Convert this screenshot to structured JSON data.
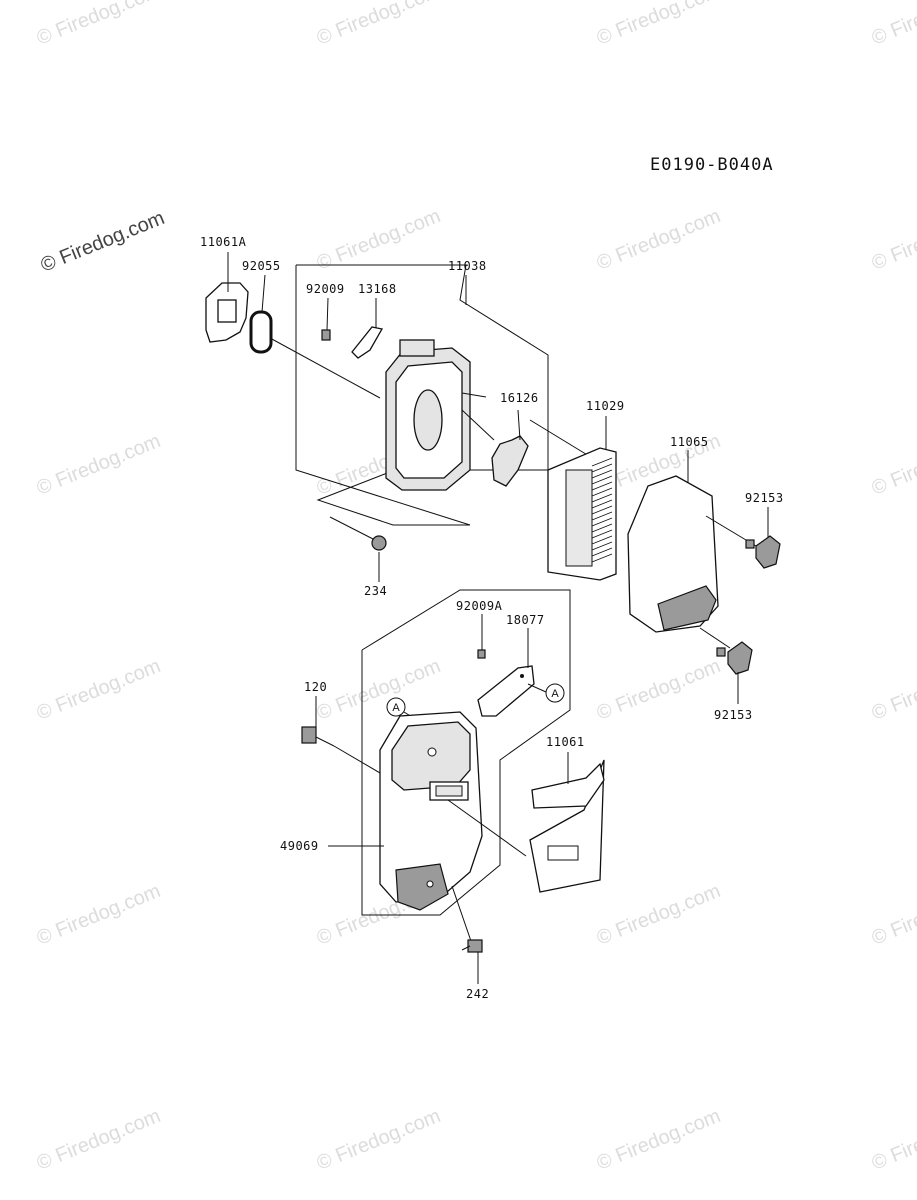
{
  "watermark": {
    "text": "© Firedog.com",
    "accent_text": "© Firedog.com"
  },
  "diagram": {
    "code": "E0190-B040A",
    "callout_letter": "A",
    "parts": {
      "p11061A": "11061A",
      "p92055": "92055",
      "p11038": "11038",
      "p92009": "92009",
      "p13168": "13168",
      "p16126": "16126",
      "p11029": "11029",
      "p11065": "11065",
      "p92153_top": "92153",
      "p234": "234",
      "p92153_bottom": "92153",
      "p92009A": "92009A",
      "p18077": "18077",
      "p120": "120",
      "p11061": "11061",
      "p49069": "49069",
      "p242": "242"
    }
  },
  "colors": {
    "line": "#111111",
    "watermark": "#dcdcdc",
    "background": "#ffffff"
  }
}
